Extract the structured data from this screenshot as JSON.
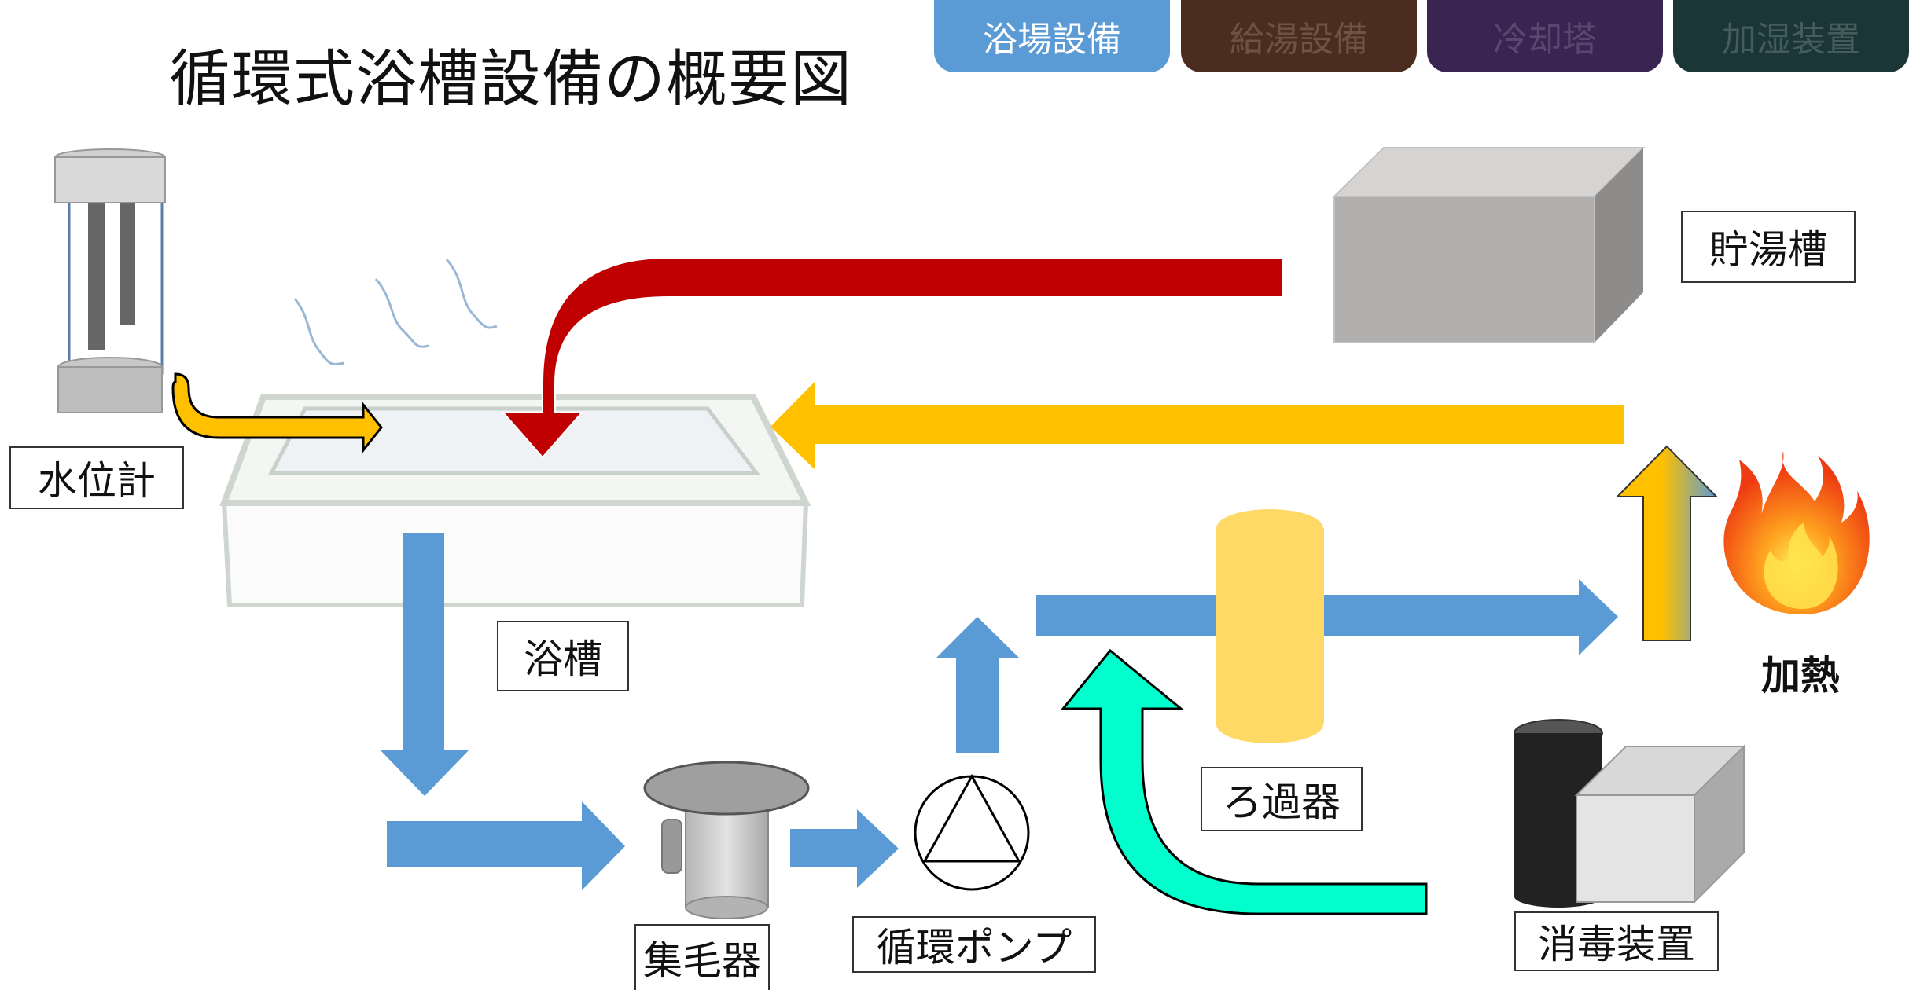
{
  "title": "循環式浴槽設備の概要図",
  "tabs": [
    {
      "label": "浴場設備",
      "color": "#5b9bd5",
      "active": true
    },
    {
      "label": "給湯設備",
      "color": "#4a2d1e",
      "active": false
    },
    {
      "label": "冷却塔",
      "color": "#3a2552",
      "active": false
    },
    {
      "label": "加湿装置",
      "color": "#1a3636",
      "active": false
    }
  ],
  "components": {
    "water_level_meter": "水位計",
    "storage_tank": "貯湯槽",
    "bathtub": "浴槽",
    "filter": "ろ過器",
    "hair_collector": "集毛器",
    "circulation_pump": "循環ポンプ",
    "disinfection_device": "消毒装置",
    "heating": "加熱"
  },
  "flow_colors": {
    "hot_supply": "#c00000",
    "return_warm": "#ffc000",
    "circulation": "#5b9bd5",
    "disinfectant": "#00ffcc"
  },
  "icons": [
    "flame-icon",
    "pump-symbol-icon",
    "steam-icon"
  ]
}
